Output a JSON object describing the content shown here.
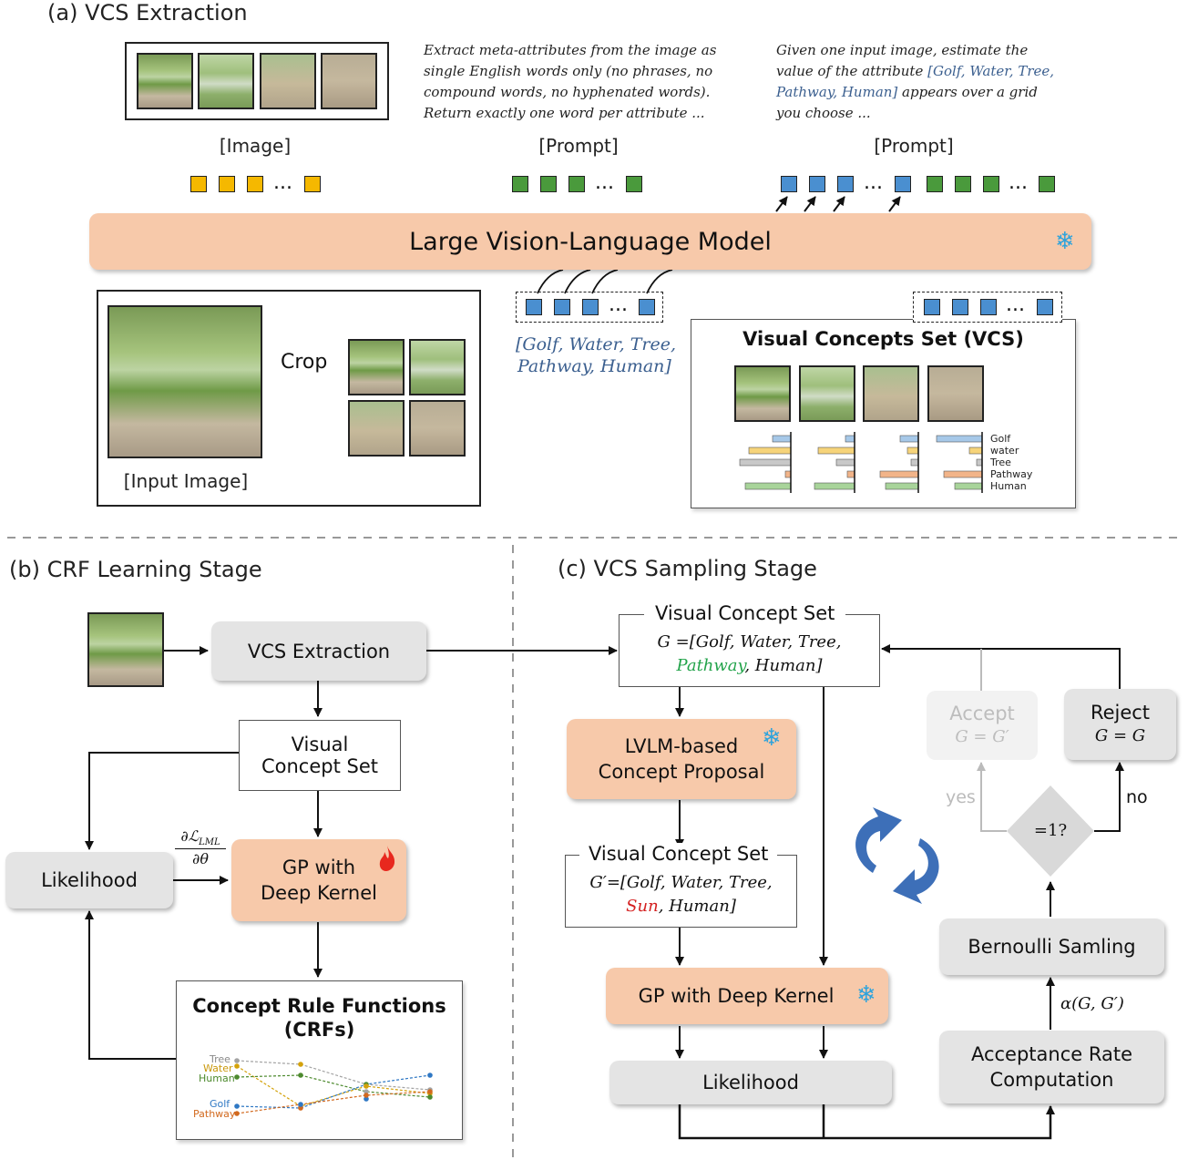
{
  "sections": {
    "a": "(a) VCS Extraction",
    "b": "(b) CRF Learning Stage",
    "c": "(c) VCS Sampling Stage"
  },
  "extraction": {
    "prompt1": "Extract meta-attributes from the image as single English words only (no phrases, no compound words, no hyphenated words). Return exactly one word per attribute ...",
    "prompt2_pre": "Given one input image, estimate the value of the attribute ",
    "prompt2_attrs": "[Golf, Water, Tree, Pathway, Human]",
    "prompt2_post": " appears over a grid you choose ...",
    "image_label": "[Image]",
    "prompt_label_1": "[Prompt]",
    "prompt_label_2": "[Prompt]",
    "ellipsis": "...",
    "lvlm": "Large Vision-Language Model",
    "crop": "Crop",
    "input_image": "[Input Image]",
    "attr_line1": "[Golf, Water, Tree,",
    "attr_line2": "Pathway, Human]",
    "vcs_title": "Visual Concepts Set (VCS)",
    "bar_labels": [
      "Golf",
      "water",
      "Tree",
      "Pathway",
      "Human"
    ]
  },
  "crf": {
    "vcs_extraction": "VCS Extraction",
    "visual_concept_set_l1": "Visual",
    "visual_concept_set_l2": "Concept Set",
    "likelihood": "Likelihood",
    "gp_l1": "GP with",
    "gp_l2": "Deep Kernel",
    "gradient_num": "∂ℒ",
    "gradient_sub": "LML",
    "gradient_den": "∂θ",
    "crf_title_l1": "Concept Rule Functions",
    "crf_title_l2": "(CRFs)",
    "line_labels": [
      "Tree",
      "Water",
      "Human",
      "Golf",
      "Pathway"
    ]
  },
  "sampling": {
    "vcs_title": "Visual Concept Set",
    "g_pre": "G =[Golf, Water, Tree,",
    "g_pathway": "Pathway",
    "g_post": ", Human]",
    "proposal_l1": "LVLM-based",
    "proposal_l2": "Concept Proposal",
    "vcs2_title": "Visual Concept Set",
    "g2_pre": "G′=[Golf, Water, Tree,",
    "g2_sun": "Sun",
    "g2_post": ", Human]",
    "gp": "GP with Deep Kernel",
    "likelihood": "Likelihood",
    "accept": "Accept",
    "accept_eq": "G = G′",
    "reject": "Reject",
    "reject_eq": "G = G",
    "decision": "=1?",
    "yes": "yes",
    "no": "no",
    "bernoulli": "Bernoulli Samling",
    "alpha": "α(G, G′)",
    "acc_l1": "Acceptance Rate",
    "acc_l2": "Computation"
  },
  "colors": {
    "image_token": "#f5b800",
    "prompt_token": "#4a9a3c",
    "concept_token": "#4a8fd0",
    "lvlm": "#f7c9aa",
    "gray_box": "#e4e4e4",
    "attr_text": "#3b5f8f",
    "highlight_green": "#22a34a",
    "highlight_red": "#d42020"
  },
  "icons": {
    "frozen": "snowflake-icon",
    "trainable": "flame-icon",
    "cycle": "cycle-arrows-icon"
  }
}
